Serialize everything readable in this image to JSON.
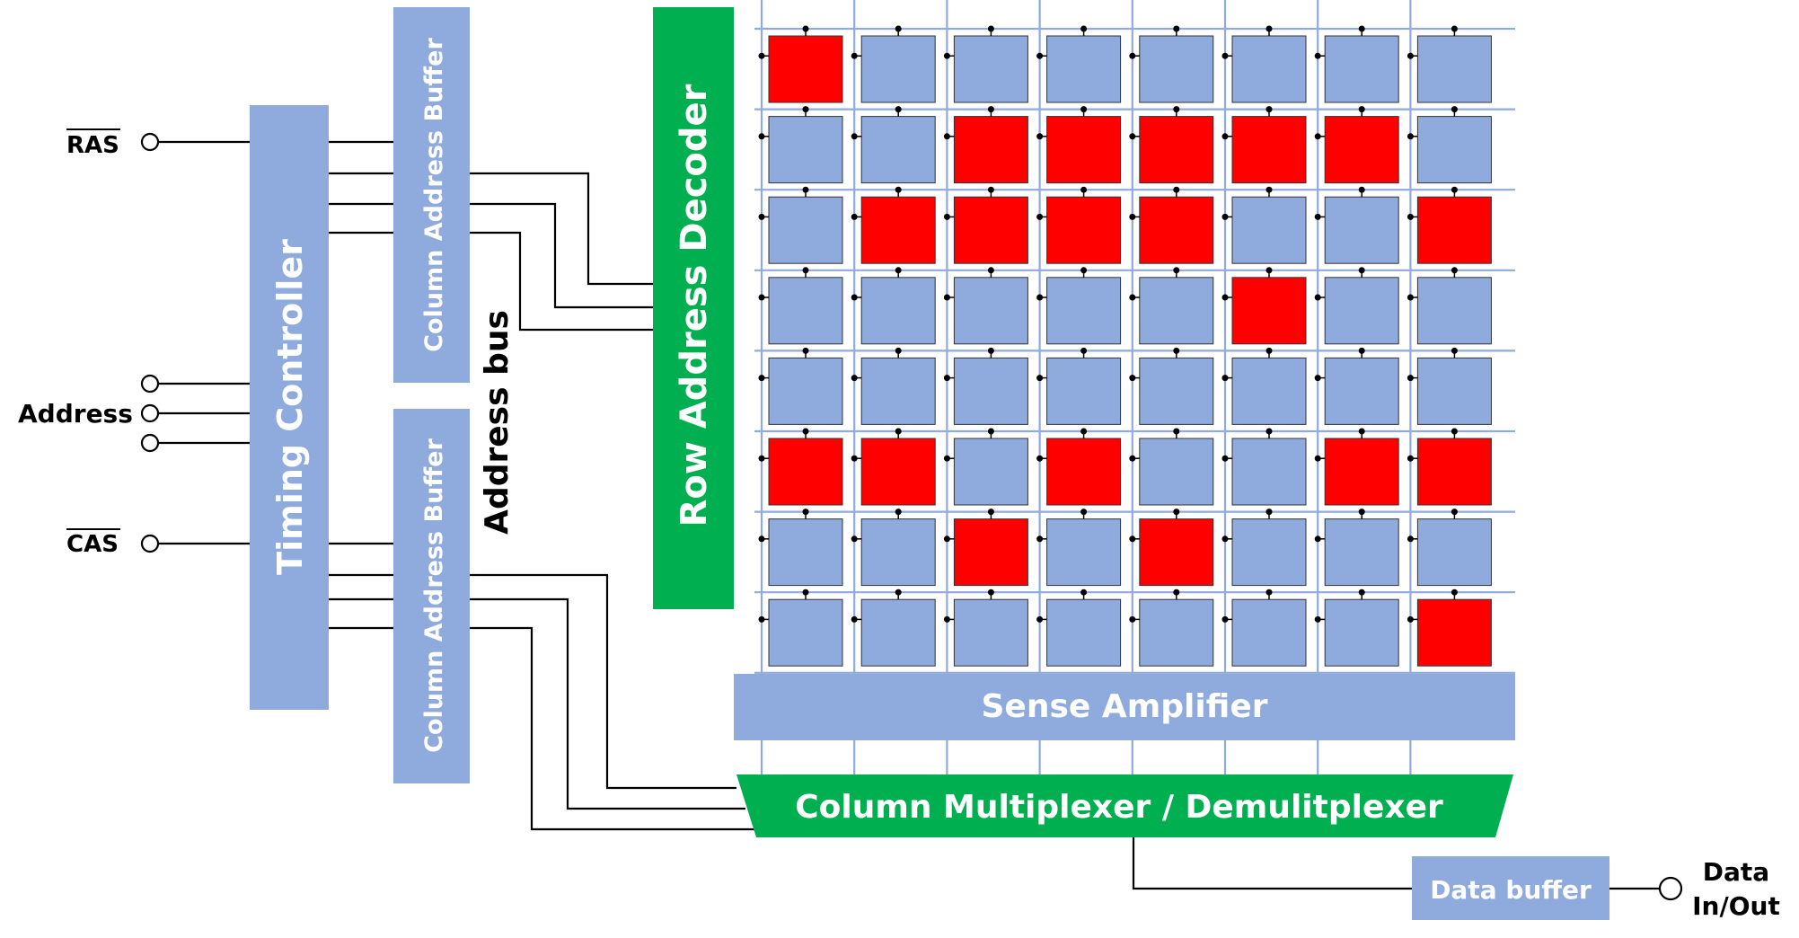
{
  "labels": {
    "ras": "RAS",
    "cas": "CAS",
    "address": "Address",
    "data_io_line1": "Data",
    "data_io_line2": "In/Out",
    "timing_controller": "Timing Controller",
    "column_address_buffer_top": "Column Address Buffer",
    "column_address_buffer_bottom": "Column Address Buffer",
    "address_bus": "Address bus",
    "row_address_decoder": "Row Address Decoder",
    "sense_amplifier": "Sense Amplifier",
    "column_mux": "Column Multiplexer / Demulitplexer",
    "data_buffer": "Data buffer"
  },
  "colors": {
    "block_blue": "#8faadc",
    "block_green": "#00b050",
    "cell_off": "#8faadc",
    "cell_on": "#ff0000"
  },
  "memory_array": {
    "rows": 8,
    "cols": 8,
    "bits": [
      [
        1,
        0,
        0,
        0,
        0,
        0,
        0,
        0
      ],
      [
        0,
        0,
        1,
        1,
        1,
        1,
        1,
        0
      ],
      [
        0,
        1,
        1,
        1,
        1,
        0,
        0,
        1
      ],
      [
        0,
        0,
        0,
        0,
        0,
        1,
        0,
        0
      ],
      [
        0,
        0,
        0,
        0,
        0,
        0,
        0,
        0
      ],
      [
        1,
        1,
        0,
        1,
        0,
        0,
        1,
        1
      ],
      [
        0,
        0,
        1,
        0,
        1,
        0,
        0,
        0
      ],
      [
        0,
        0,
        0,
        0,
        0,
        0,
        0,
        1
      ]
    ]
  }
}
